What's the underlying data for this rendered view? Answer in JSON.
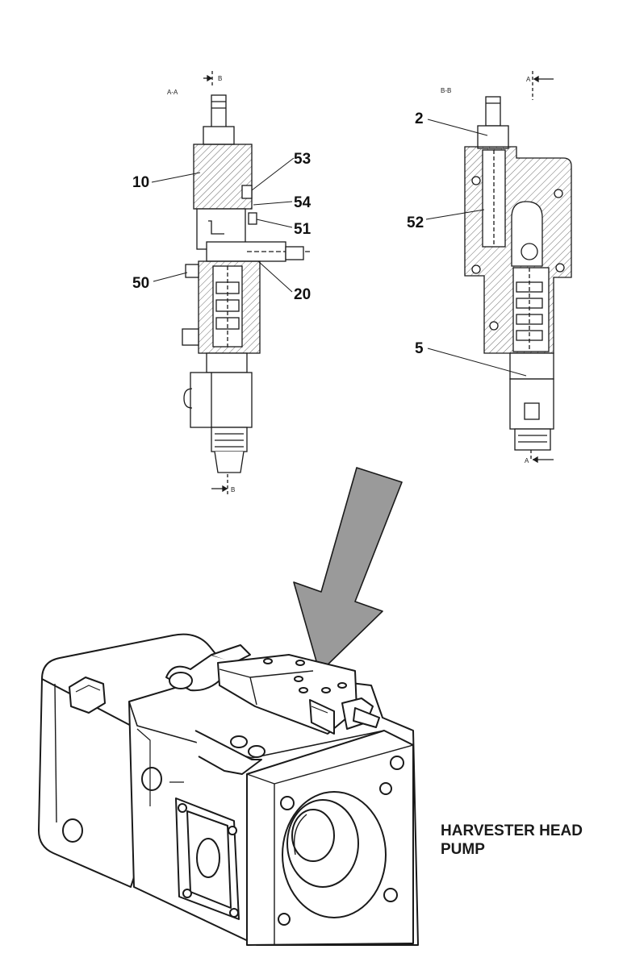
{
  "diagram": {
    "section_views": {
      "left": {
        "label": "A-A",
        "cut_marker_top": "B",
        "cut_marker_bottom": "B",
        "callouts": [
          "10",
          "53",
          "54",
          "51",
          "50",
          "20"
        ]
      },
      "right": {
        "label": "B-B",
        "cut_marker_top": "A",
        "cut_marker_bottom": "A",
        "callouts": [
          "2",
          "52",
          "5"
        ]
      }
    },
    "caption": {
      "line1": "HARVESTER HEAD",
      "line2": "PUMP"
    },
    "colors": {
      "line": "#1a1a1a",
      "arrow_fill": "#9a9a9a",
      "hatch": "#6a6a6a"
    }
  }
}
